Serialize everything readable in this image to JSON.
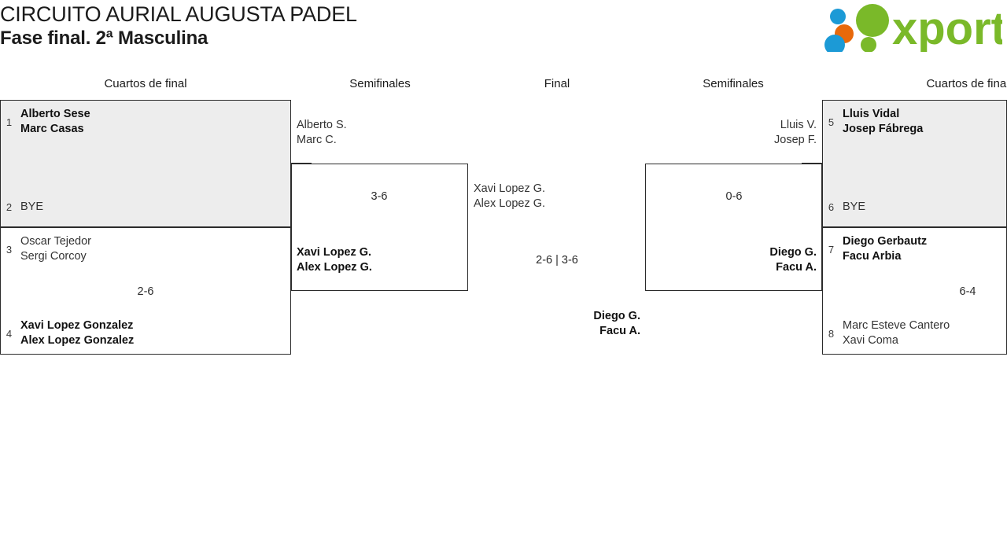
{
  "header": {
    "tournament": "CIRCUITO AURIAL AUGUSTA PADEL",
    "phase": "Fase final. 2ª Masculina",
    "logo_text": "xporty",
    "logo_colors": {
      "green": "#7ab929",
      "blue": "#1c9ad6",
      "orange": "#e8690b"
    }
  },
  "rounds": [
    {
      "id": "qf-left",
      "label": "Cuartos de final"
    },
    {
      "id": "sf-left",
      "label": "Semifinales"
    },
    {
      "id": "final",
      "label": "Final"
    },
    {
      "id": "sf-right",
      "label": "Semifinales"
    },
    {
      "id": "qf-right",
      "label": "Cuartos de final"
    }
  ],
  "bracket": {
    "qf_left": [
      {
        "id": "qf1",
        "shaded": true,
        "score": "",
        "teams": [
          {
            "seed": "1",
            "line1": "Alberto Sese",
            "line2": "Marc Casas",
            "winner": true
          },
          {
            "seed": "2",
            "line1": "BYE",
            "line2": "",
            "winner": false
          }
        ]
      },
      {
        "id": "qf2",
        "shaded": false,
        "score": "2-6",
        "teams": [
          {
            "seed": "3",
            "line1": "Oscar Tejedor",
            "line2": "Sergi Corcoy",
            "winner": false
          },
          {
            "seed": "4",
            "line1": "Xavi Lopez Gonzalez",
            "line2": "Alex Lopez Gonzalez",
            "winner": true
          }
        ]
      }
    ],
    "qf_right": [
      {
        "id": "qf3",
        "shaded": true,
        "score": "",
        "teams": [
          {
            "seed": "5",
            "line1": "Lluis Vidal",
            "line2": "Josep Fábrega",
            "winner": true
          },
          {
            "seed": "6",
            "line1": "BYE",
            "line2": "",
            "winner": false
          }
        ]
      },
      {
        "id": "qf4",
        "shaded": false,
        "score": "6-4",
        "teams": [
          {
            "seed": "7",
            "line1": "Diego Gerbautz",
            "line2": "Facu Arbia",
            "winner": true
          },
          {
            "seed": "8",
            "line1": "Marc Esteve Cantero",
            "line2": "Xavi Coma",
            "winner": false
          }
        ]
      }
    ],
    "sf_left": {
      "id": "sf1",
      "score": "3-6",
      "loser": {
        "line1": "Alberto S.",
        "line2": "Marc C."
      },
      "winner": {
        "line1": "Xavi Lopez G.",
        "line2": "Alex Lopez G."
      }
    },
    "sf_right": {
      "id": "sf2",
      "score": "0-6",
      "loser": {
        "line1": "Lluis V.",
        "line2": "Josep F."
      },
      "winner": {
        "line1": "Diego G.",
        "line2": "Facu A."
      }
    },
    "final": {
      "id": "final",
      "score": "2-6 | 3-6",
      "loser": {
        "line1": "Xavi Lopez G.",
        "line2": "Alex Lopez G."
      },
      "winner": {
        "line1": "Diego G.",
        "line2": "Facu A."
      }
    }
  }
}
